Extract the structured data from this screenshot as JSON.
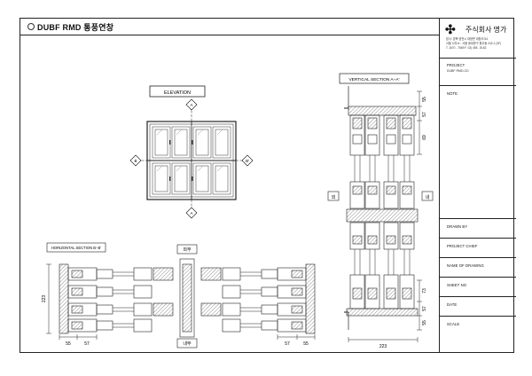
{
  "header": {
    "title": "DUBF RMD 통풍연창"
  },
  "titleblock": {
    "company": "주식회사 명가",
    "address_lines": [
      "본사: 경북 영천시 대창면 대창리 54",
      "서울 사무소 : 서울 동대문구 용두동 242-1 (3F)",
      "T. 1670 - 7569   F. 02) 455 - 8162"
    ],
    "project_label": "PROJECT",
    "project_value": "DUBF RMD-CD",
    "note_label": "NOTE",
    "drawn_by_label": "DRAWN BY",
    "project_chief_label": "PROJECT CHIEF",
    "name_of_drawing_label": "NAME OF DRAWING",
    "sheet_no_label": "SHEET NO",
    "date_label": "DATE",
    "scale_label": "SCALE"
  },
  "drawing": {
    "elevation_title": "ELEVATION",
    "vertical_section_title": "VERTICAL SECTION A−A'",
    "horizontal_section_title": "HORIZONTAL SECTION B−B'",
    "marker_a": "A",
    "marker_a_prime": "A'",
    "marker_b": "B",
    "marker_b_prime": "B'",
    "outside_label": "외부",
    "inside_label": "내부",
    "vs_outside_label": "외",
    "vs_inside_label": "내",
    "dims": {
      "vs_top_55": "55",
      "vs_top_57": "57",
      "vs_top_69": "69",
      "vs_bottom_73": "73",
      "vs_bottom_57": "57",
      "vs_bottom_55": "55",
      "vs_width": "223",
      "hs_height": "223",
      "hs_left_55": "55",
      "hs_left_57": "57",
      "hs_right_57": "57",
      "hs_right_55": "55"
    }
  }
}
